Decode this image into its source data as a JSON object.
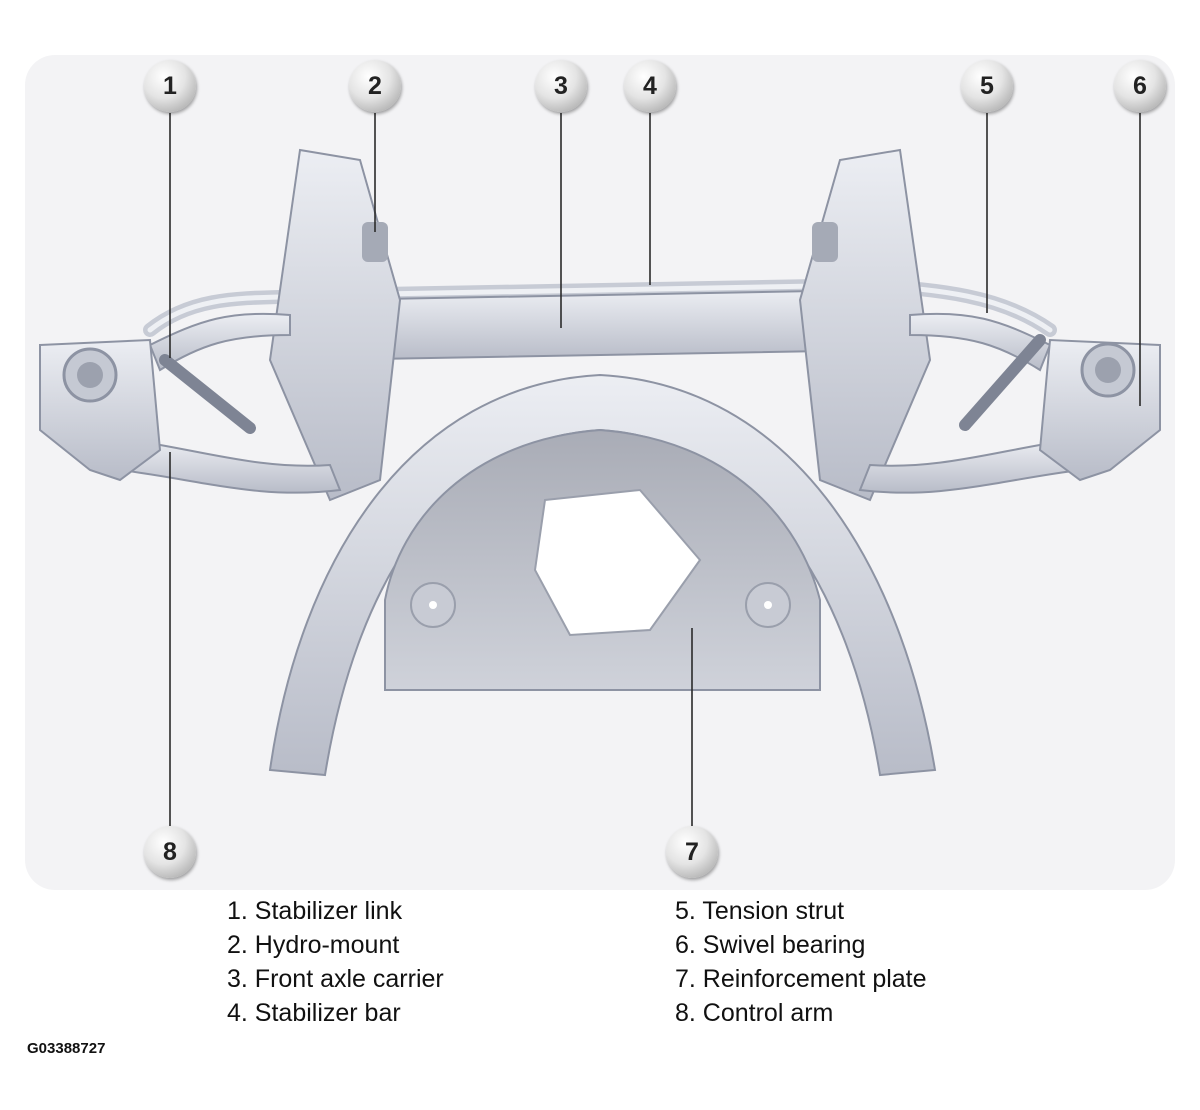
{
  "figure_id": "G03388727",
  "callouts": [
    "1",
    "2",
    "3",
    "4",
    "5",
    "6",
    "7",
    "8"
  ],
  "legend": {
    "left": [
      "1. Stabilizer link",
      "2. Hydro-mount",
      "3. Front axle carrier",
      "4. Stabilizer bar"
    ],
    "right": [
      "5. Tension strut",
      "6. Swivel bearing",
      "7. Reinforcement plate",
      "8. Control arm"
    ]
  },
  "colors": {
    "part_light": "#dcdfe8",
    "part_mid": "#c3c7d2",
    "part_dark": "#8d93a3",
    "plate": "#b9bcc6",
    "leader": "#2a2a2a"
  }
}
